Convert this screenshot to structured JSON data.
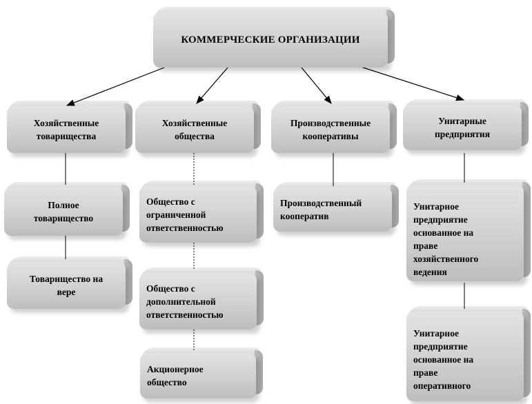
{
  "root": {
    "label": "КОММЕРЧЕСКИЕ ОРГАНИЗАЦИИ"
  },
  "categories": [
    {
      "id": "economic-partnerships",
      "label": "Хозяйственные товарищества"
    },
    {
      "id": "economic-companies",
      "label": "Хозяйственные общества"
    },
    {
      "id": "production-cooperatives",
      "label": "Производственные кооперативы"
    },
    {
      "id": "unitary-enterprises",
      "label": "Унитарные предприятия"
    }
  ],
  "children": {
    "economic-partnerships": [
      {
        "label": "Полное товарищество"
      },
      {
        "label": "Товарищество на вере"
      }
    ],
    "economic-companies": [
      {
        "label": "Общество с ограниченной ответственностью"
      },
      {
        "label": "Общество с дополнительной ответственностью"
      },
      {
        "label": "Акционерное общество"
      }
    ],
    "production-cooperatives": [
      {
        "label": "Производственный кооператив"
      }
    ],
    "unitary-enterprises": [
      {
        "label": "Унитарное предприятие основанное на праве хозяйственного ведения"
      },
      {
        "label": "Унитарное предприятие основанное на праве оперативного"
      }
    ]
  }
}
